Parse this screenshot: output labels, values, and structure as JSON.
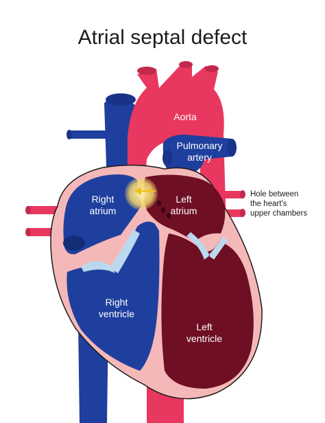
{
  "title": "Atrial septal defect",
  "labels": {
    "aorta": "Aorta",
    "pulmonary_artery": [
      "Pulmonary",
      "artery"
    ],
    "right_atrium": [
      "Right",
      "atrium"
    ],
    "left_atrium": [
      "Left",
      "atrium"
    ],
    "right_ventricle": [
      "Right",
      "ventricle"
    ],
    "left_ventricle": [
      "Left",
      "ventricle"
    ],
    "callout": [
      "Hole between",
      "the heart's",
      "upper chambers"
    ]
  },
  "colors": {
    "deoxygenated_blue": "#1f3f9e",
    "oxygenated_red": "#e8385f",
    "dark_red_chamber": "#6e0f24",
    "heart_wall_pink": "#f5b8b8",
    "valve_light_blue": "#bcd8ef",
    "hole_highlight": "#f2d46a",
    "flow_arrow": "#f0c020"
  },
  "icons": {
    "flow_arrow": "arrow-left-icon"
  }
}
